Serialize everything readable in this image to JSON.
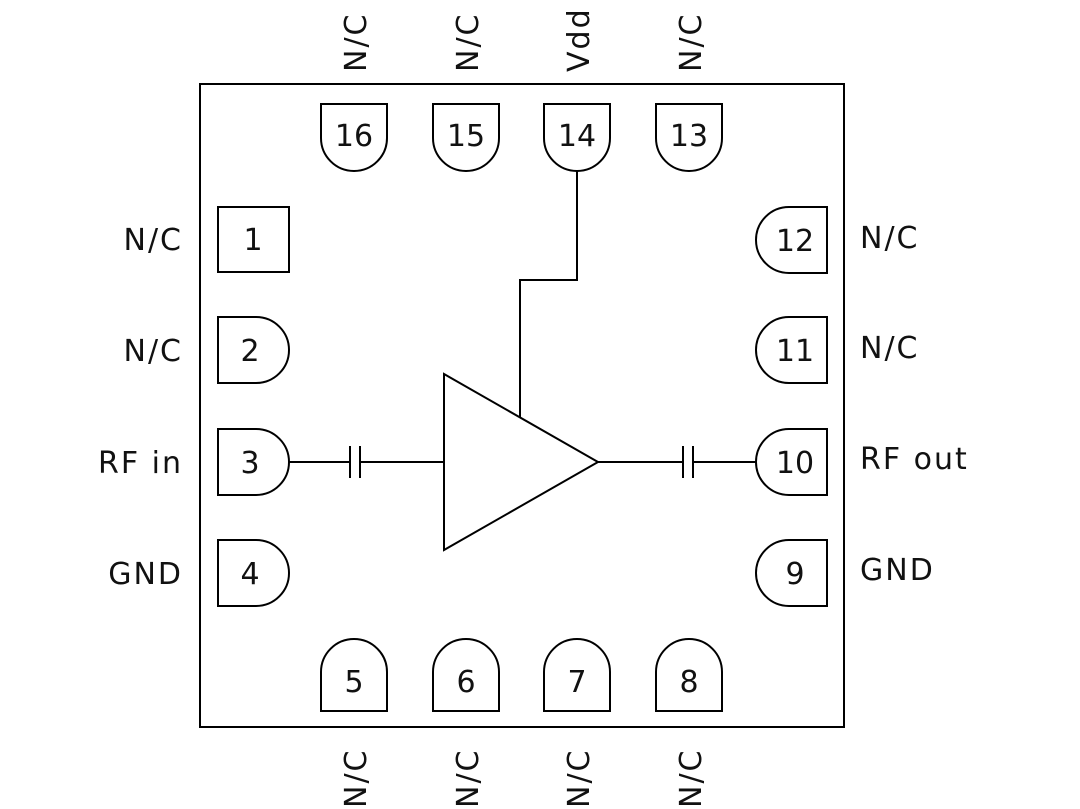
{
  "pins": [
    {
      "number": "1",
      "label": "N/C"
    },
    {
      "number": "2",
      "label": "N/C"
    },
    {
      "number": "3",
      "label": "RF in"
    },
    {
      "number": "4",
      "label": "GND"
    },
    {
      "number": "5",
      "label": "N/C"
    },
    {
      "number": "6",
      "label": "N/C"
    },
    {
      "number": "7",
      "label": "N/C"
    },
    {
      "number": "8",
      "label": "N/C"
    },
    {
      "number": "9",
      "label": "GND"
    },
    {
      "number": "10",
      "label": "RF out"
    },
    {
      "number": "11",
      "label": "N/C"
    },
    {
      "number": "12",
      "label": "N/C"
    },
    {
      "number": "13",
      "label": "N/C"
    },
    {
      "number": "14",
      "label": "Vdd"
    },
    {
      "number": "15",
      "label": "N/C"
    },
    {
      "number": "16",
      "label": "N/C"
    }
  ]
}
